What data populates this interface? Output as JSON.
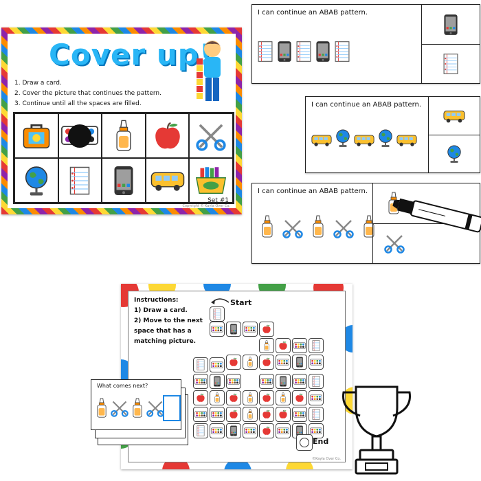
{
  "cover_up": {
    "title": "Cover up!",
    "steps": [
      "1. Draw a card.",
      "2. Cover the picture that continues the pattern.",
      "3. Continue until all the spaces are filled."
    ],
    "set": "Set #1",
    "copyright": "Copyright © Kayla Over Co."
  },
  "cards": [
    {
      "prompt": "I can continue an ABAB pattern."
    },
    {
      "prompt": "I can continue an ABAB pattern."
    },
    {
      "prompt": "I can continue an ABAB pattern."
    }
  ],
  "board": {
    "instructions_title": "Instructions:",
    "instructions": [
      "1) Draw a card.",
      "2) Move to the next",
      "space that has a",
      "matching picture."
    ],
    "start": "Start",
    "end": "End",
    "copyright": "©Kayla Over Co."
  },
  "what_next": {
    "prompt": "What comes next?"
  }
}
